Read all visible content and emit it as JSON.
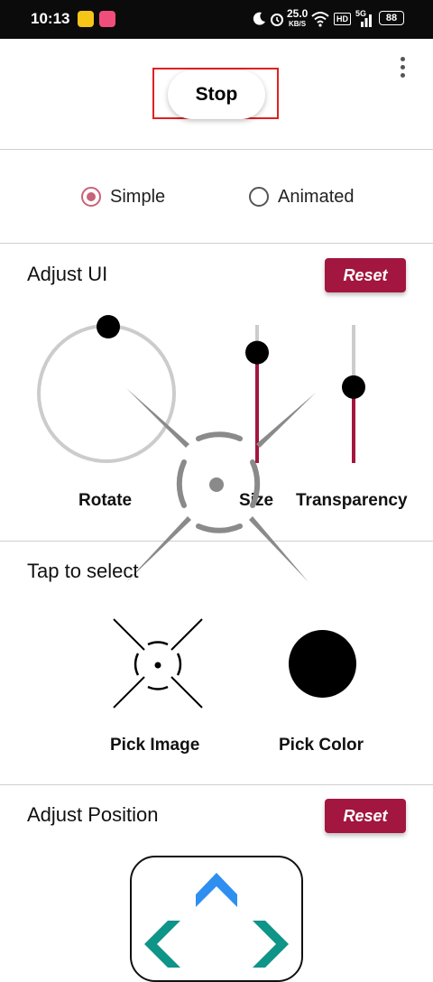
{
  "status_bar": {
    "time": "10:13",
    "network_speed": "25.0",
    "network_unit": "KB/S",
    "hd": "HD",
    "signal": "5G",
    "battery": "88"
  },
  "header": {
    "stop_label": "Stop",
    "more_icon": "more-vertical-icon"
  },
  "mode": {
    "options": [
      {
        "label": "Simple",
        "selected": true
      },
      {
        "label": "Animated",
        "selected": false
      }
    ]
  },
  "adjust_ui": {
    "title": "Adjust UI",
    "reset_label": "Reset",
    "rotate_label": "Rotate",
    "size_label": "Size",
    "transparency_label": "Transparency",
    "size_level": 0.2,
    "transparency_level": 0.55,
    "accent_color": "#a3163f"
  },
  "tap_to_select": {
    "title": "Tap to select",
    "pick_image_label": "Pick Image",
    "pick_color_label": "Pick Color",
    "picked_color": "#000000"
  },
  "adjust_position": {
    "title": "Adjust Position",
    "reset_label": "Reset",
    "up_arrow_color": "#2f8ff0",
    "side_arrow_color": "#0f9488"
  }
}
